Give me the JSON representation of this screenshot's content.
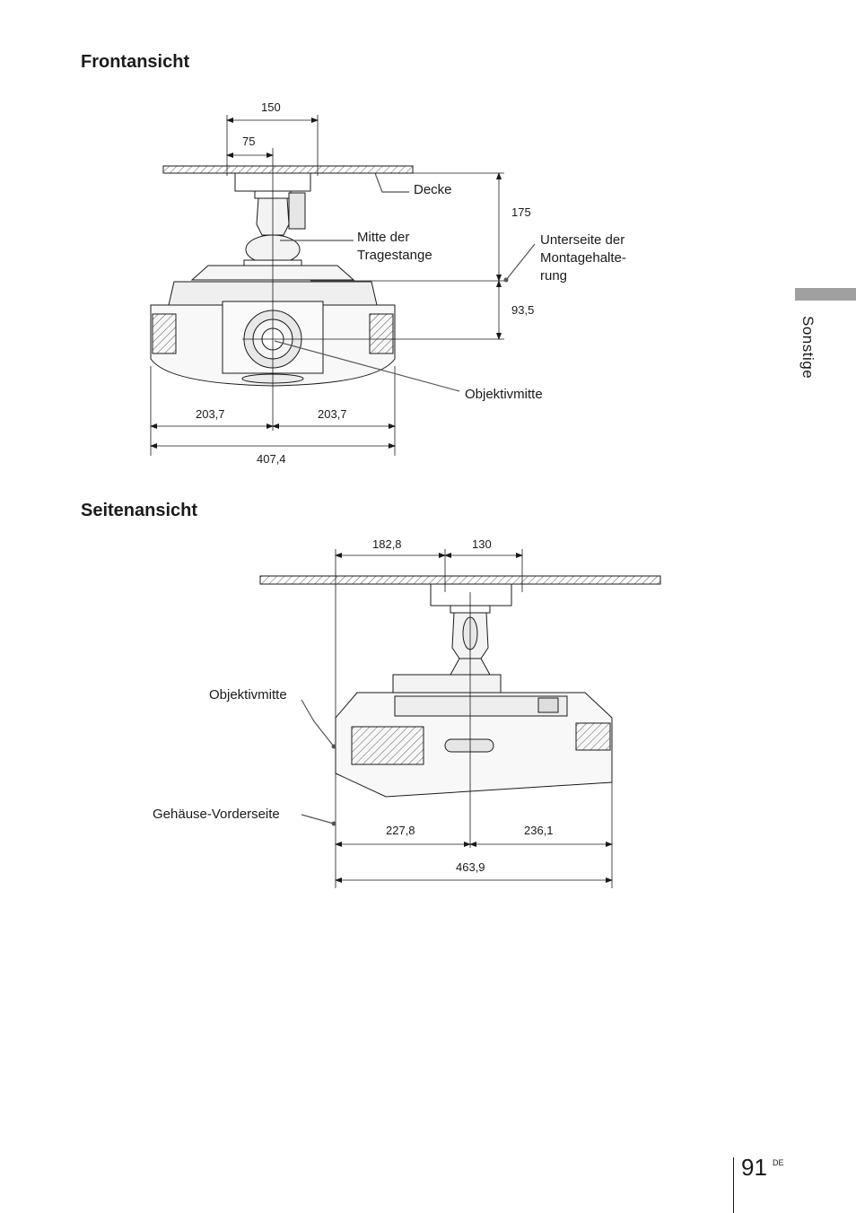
{
  "sections": {
    "front_title": "Frontansicht",
    "side_title": "Seitenansicht"
  },
  "front": {
    "dim_150": "150",
    "dim_75": "75",
    "dim_175": "175",
    "dim_93_5": "93,5",
    "dim_203_7_left": "203,7",
    "dim_203_7_right": "203,7",
    "dim_407_4": "407,4",
    "label_decke": "Decke",
    "label_mitte_1": "Mitte der",
    "label_mitte_2": "Tragestange",
    "label_unterseite_1": "Unterseite der",
    "label_unterseite_2": "Montagehalte-",
    "label_unterseite_3": "rung",
    "label_objektivmitte": "Objektivmitte"
  },
  "side": {
    "dim_182_8": "182,8",
    "dim_130": "130",
    "dim_227_8": "227,8",
    "dim_236_1": "236,1",
    "dim_463_9": "463,9",
    "label_objektivmitte": "Objektivmitte",
    "label_gehaeuse": "Gehäuse-Vorderseite"
  },
  "sidebar": {
    "section_label": "Sonstige"
  },
  "footer": {
    "page_number": "91",
    "language": "DE"
  }
}
